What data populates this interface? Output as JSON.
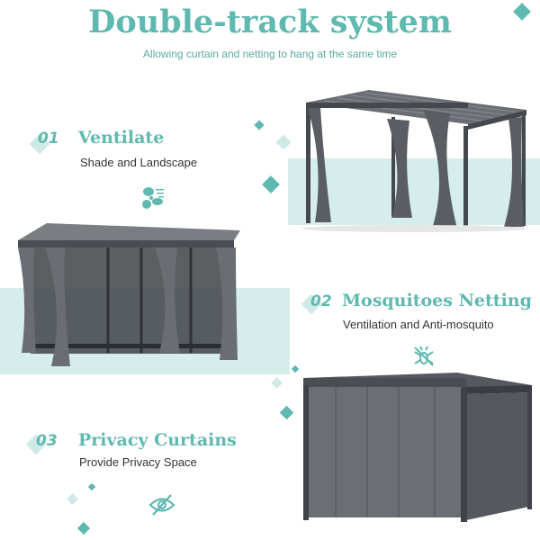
{
  "title": "Double-track system",
  "subtitle": "Allowing curtain and netting to hang at the same time",
  "features": [
    {
      "number": "01",
      "heading": "Ventilate",
      "description": "Shade and Landscape",
      "icon": "fan-icon"
    },
    {
      "number": "02",
      "heading": "Mosquitoes Netting",
      "description": "Ventilation and Anti-mosquito",
      "icon": "no-mosquito-icon"
    },
    {
      "number": "03",
      "heading": "Privacy Curtains",
      "description": "Provide Privacy Space",
      "icon": "eye-off-icon"
    }
  ],
  "colors": {
    "accent": "#5fb9b0",
    "band": "#d6eeeb",
    "frame": "#4a4d52"
  }
}
